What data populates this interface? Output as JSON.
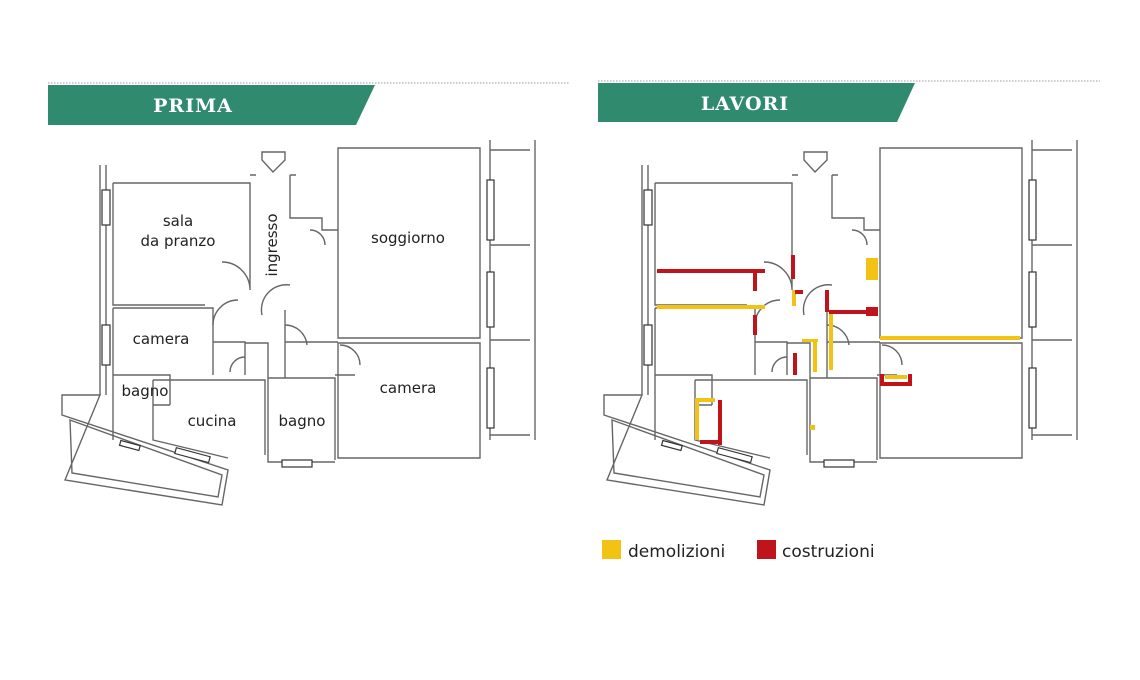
{
  "panels": {
    "before": {
      "title": "PRIMA"
    },
    "works": {
      "title": "LAVORI"
    }
  },
  "rooms": {
    "sala_line1": "sala",
    "sala_line2": "da pranzo",
    "ingresso": "ingresso",
    "soggiorno": "soggiorno",
    "camera_left": "camera",
    "camera_right": "camera",
    "bagno_left": "bagno",
    "cucina": "cucina",
    "bagno_right": "bagno"
  },
  "legend": {
    "demolitions": "demolizioni",
    "constructions": "costruzioni"
  },
  "colors": {
    "banner": "#2f8a6e",
    "demolitions": "#f2c314",
    "constructions": "#c0141c",
    "walls": "#666666"
  }
}
